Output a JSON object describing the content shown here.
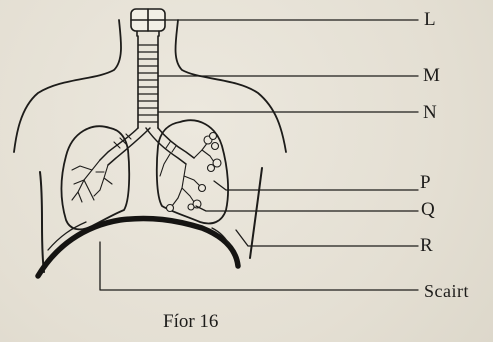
{
  "labels": {
    "L": "L",
    "M": "M",
    "N": "N",
    "P": "P",
    "Q": "Q",
    "R": "R",
    "scairt": "Scairt"
  },
  "caption": "Fíor 16",
  "colors": {
    "paper": "#e7e3d8",
    "ink": "#1d1c1a"
  }
}
